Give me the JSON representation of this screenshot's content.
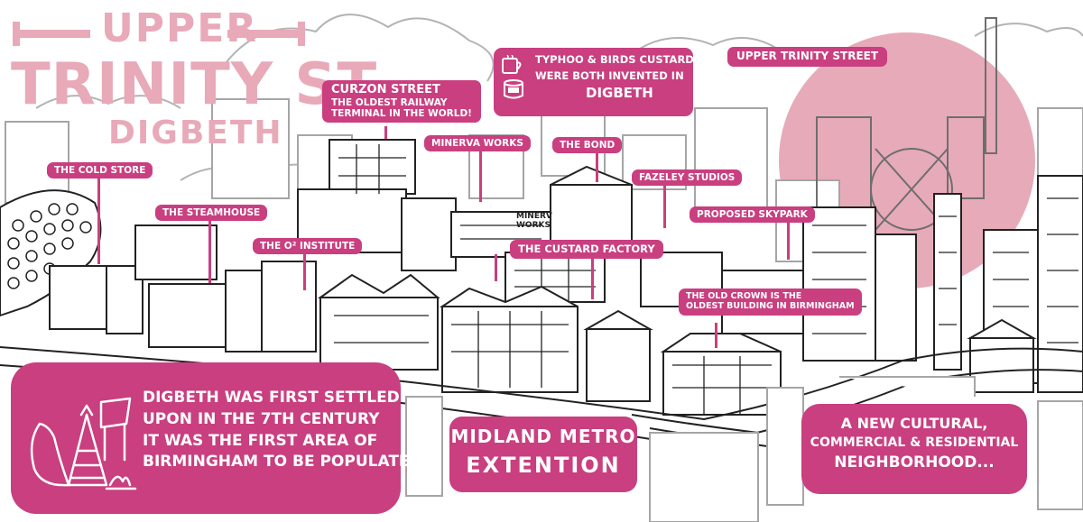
{
  "title": {
    "upper": "UPPER",
    "main": "TRINITY ST.",
    "area": "DIGBETH"
  },
  "labels": {
    "cold_store": "THE COLD STORE",
    "steamhouse": "THE STEAMHOUSE",
    "o2_institute": "THE O² INSTITUTE",
    "curzon_title": "CURZON STREET",
    "curzon_line1": "THE OLDEST RAILWAY",
    "curzon_line2": "TERMINAL IN THE WORLD!",
    "minerva_works": "MINERVA WORKS",
    "typhoo_line1": "TYPHOO & BIRDS CUSTARD",
    "typhoo_line2": "WERE BOTH INVENTED IN",
    "typhoo_line3": "DIGBETH",
    "the_bond": "THE BOND",
    "fazeley_studios": "FAZELEY STUDIOS",
    "upper_trinity_street": "UPPER TRINITY STREET",
    "proposed_skypark": "PROPOSED SKYPARK",
    "custard_factory": "THE CUSTARD FACTORY",
    "old_crown_line1": "THE OLD CROWN IS THE",
    "old_crown_line2": "OLDEST BUILDING IN BIRMINGHAM",
    "building_sign_1": "MINERV",
    "building_sign_2": "WORKS"
  },
  "fact_box": {
    "line1": "DIGBETH WAS FIRST SETTLED",
    "line2": "UPON IN THE 7TH CENTURY",
    "line3": "IT WAS THE FIRST AREA OF",
    "line4": "BIRMINGHAM TO BE POPULATED"
  },
  "metro_box": {
    "line1": "MIDLAND METRO",
    "line2": "EXTENTION"
  },
  "cultural_box": {
    "line1": "A NEW CULTURAL,",
    "line2": "COMMERCIAL & RESIDENTIAL",
    "line3": "NEIGHBORHOOD..."
  },
  "icons": {
    "mug": "mug-icon",
    "custard_tin": "custard-tin-icon",
    "settlement": "tent-hut-campfire-icon"
  },
  "colors": {
    "accent_magenta": "#c93f7f",
    "title_pink": "#e8a9b8",
    "sun_pink": "#e7aab9",
    "line_grey": "#8a8a8a",
    "ink": "#222222"
  }
}
